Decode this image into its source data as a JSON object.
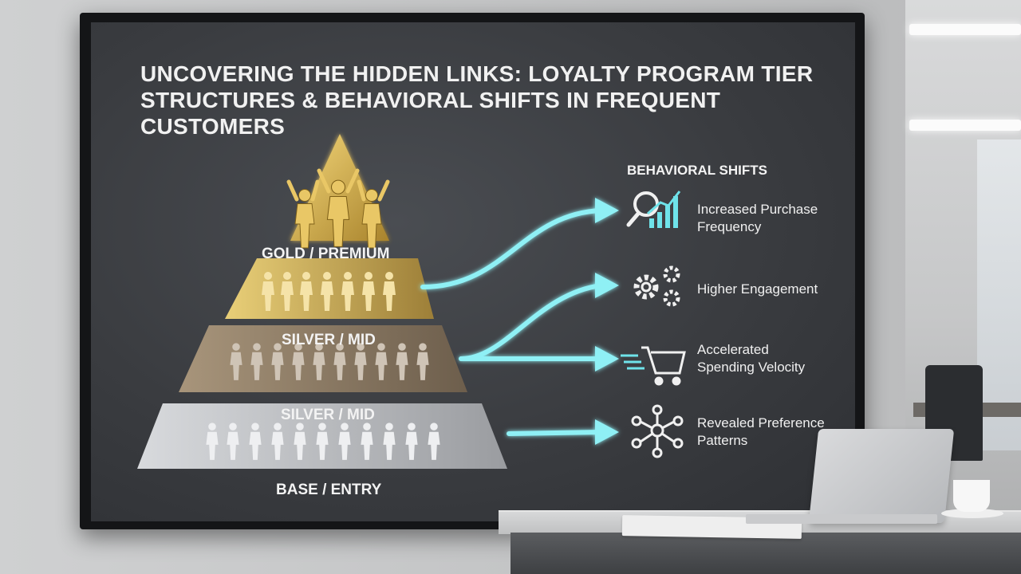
{
  "slide": {
    "title": "UNCOVERING THE HIDDEN LINKS: LOYALTY PROGRAM TIER STRUCTURES & BEHAVIORAL SHIFTS IN FREQUENT CUSTOMERS",
    "tiers": [
      {
        "label": "GOLD / PREMIUM",
        "color": "#c8a443"
      },
      {
        "label": "SILVER / MID",
        "color": "#b79a4e"
      },
      {
        "label": "SILVER / MID",
        "color": "#8f7d66"
      },
      {
        "label": "BASE / ENTRY",
        "color": "#b8babd"
      }
    ],
    "shifts_heading": "BEHAVIORAL SHIFTS",
    "shifts": [
      {
        "text": "Increased Purchase Frequency",
        "icon": "magnifier-chart-icon"
      },
      {
        "text": "Higher Engagement",
        "icon": "gears-icon"
      },
      {
        "text": "Accelerated Spending Velocity",
        "icon": "shopping-cart-icon"
      },
      {
        "text": "Revealed Preference Patterns",
        "icon": "network-icon"
      }
    ],
    "arrow_color": "#7fe7ee"
  }
}
